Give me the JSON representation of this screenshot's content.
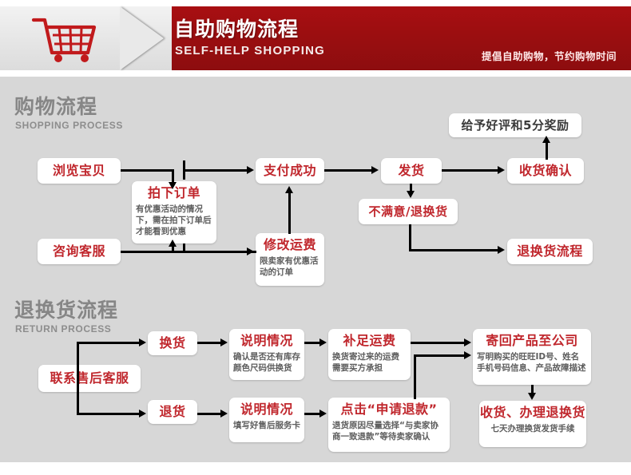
{
  "header": {
    "title_cn": "自助购物流程",
    "title_en": "SELF-HELP SHOPPING",
    "slogan": "提倡自助购物，节约购物时间",
    "cart_icon": "shopping-cart-icon",
    "brand_red": "#9b0e10",
    "silver": "#e9e9e9"
  },
  "sections": [
    {
      "cn": "购物流程",
      "en": "SHOPPING PROCESS"
    },
    {
      "cn": "退换货流程",
      "en": "RETURN PROCESS"
    }
  ],
  "shopping_nodes": {
    "browse": {
      "title": "浏览宝贝"
    },
    "place_order": {
      "title": "拍下订单",
      "note": "有优惠活动的情况下，需在拍下订单后才能看到优惠"
    },
    "contact": {
      "title": "咨询客服"
    },
    "edit_freight": {
      "title": "修改运费",
      "note": "限卖家有优惠活动的订单"
    },
    "pay_success": {
      "title": "支付成功"
    },
    "ship": {
      "title": "发货"
    },
    "unsatisfied": {
      "title": "不满意/退换货"
    },
    "confirm": {
      "title": "收货确认"
    },
    "praise": {
      "title": "给予好评和5分奖励"
    },
    "return_flow": {
      "title": "退换货流程"
    }
  },
  "return_nodes": {
    "after_sale": {
      "title": "联系售后客服"
    },
    "exchange": {
      "title": "换货"
    },
    "explain_a": {
      "title": "说明情况",
      "note": "确认是否还有库存颜色尺码供换货"
    },
    "add_freight": {
      "title": "补足运费",
      "note": "换货寄过来的运费需要买方承担"
    },
    "send_back": {
      "title": "寄回产品至公司",
      "note": "写明购买的旺旺ID号、姓名手机号码信息、产品故障描述"
    },
    "refund": {
      "title": "退货"
    },
    "explain_b": {
      "title": "说明情况",
      "note": "填写好售后服务卡"
    },
    "apply_refund": {
      "title": "点击“申请退款”",
      "note": "退货原因尽量选择“与卖家协商一致退款”等待卖家确认"
    },
    "receive_handle": {
      "title": "收货、办理退换货",
      "note": "七天办理换货发货手续"
    }
  },
  "colors": {
    "node_red": "#c0272d",
    "node_dark": "#3a3a3a",
    "panel_bg": "#d7d7d7",
    "line": "#000000"
  }
}
